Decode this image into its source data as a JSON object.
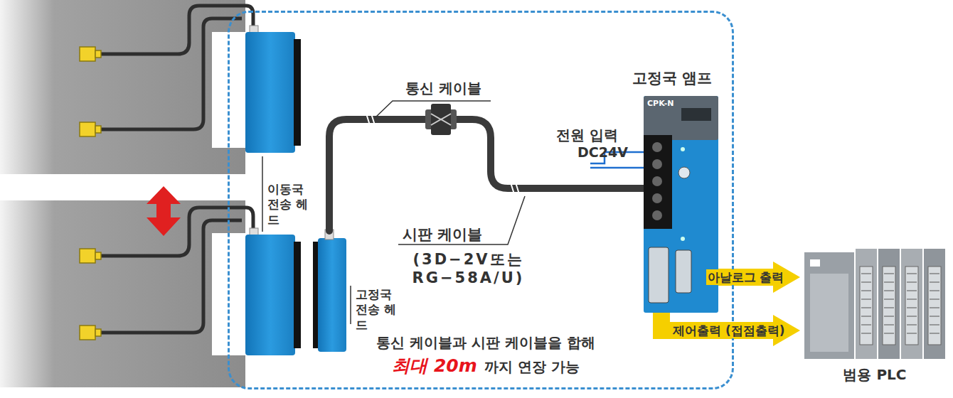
{
  "diagram": {
    "nodes": [
      {
        "text": [
          "통신 케이블과 시판 케이블을 합해",
          "최대 20m",
          "까지 연장 가능"
        ]
      },
      {
        "text": [
          "고정국 앰프",
          "CPK-N"
        ],
        "in": 0
      },
      {
        "text": [
          "범용 PLC"
        ]
      }
    ],
    "edges": [
      {
        "from": 1,
        "to": 2,
        "arrow": "to",
        "label": "아날로그 출력"
      },
      {
        "from": 1,
        "to": 2,
        "arrow": "to",
        "label": "제어출력 (접점출력)"
      }
    ],
    "labels": [
      "통신 케이블",
      "전원 입력",
      "DC24V",
      "이동국 전송 헤드",
      "시판 케이블",
      "(3D−2V또는 RG−58A/U)",
      "고정국 전송 헤드"
    ]
  }
}
